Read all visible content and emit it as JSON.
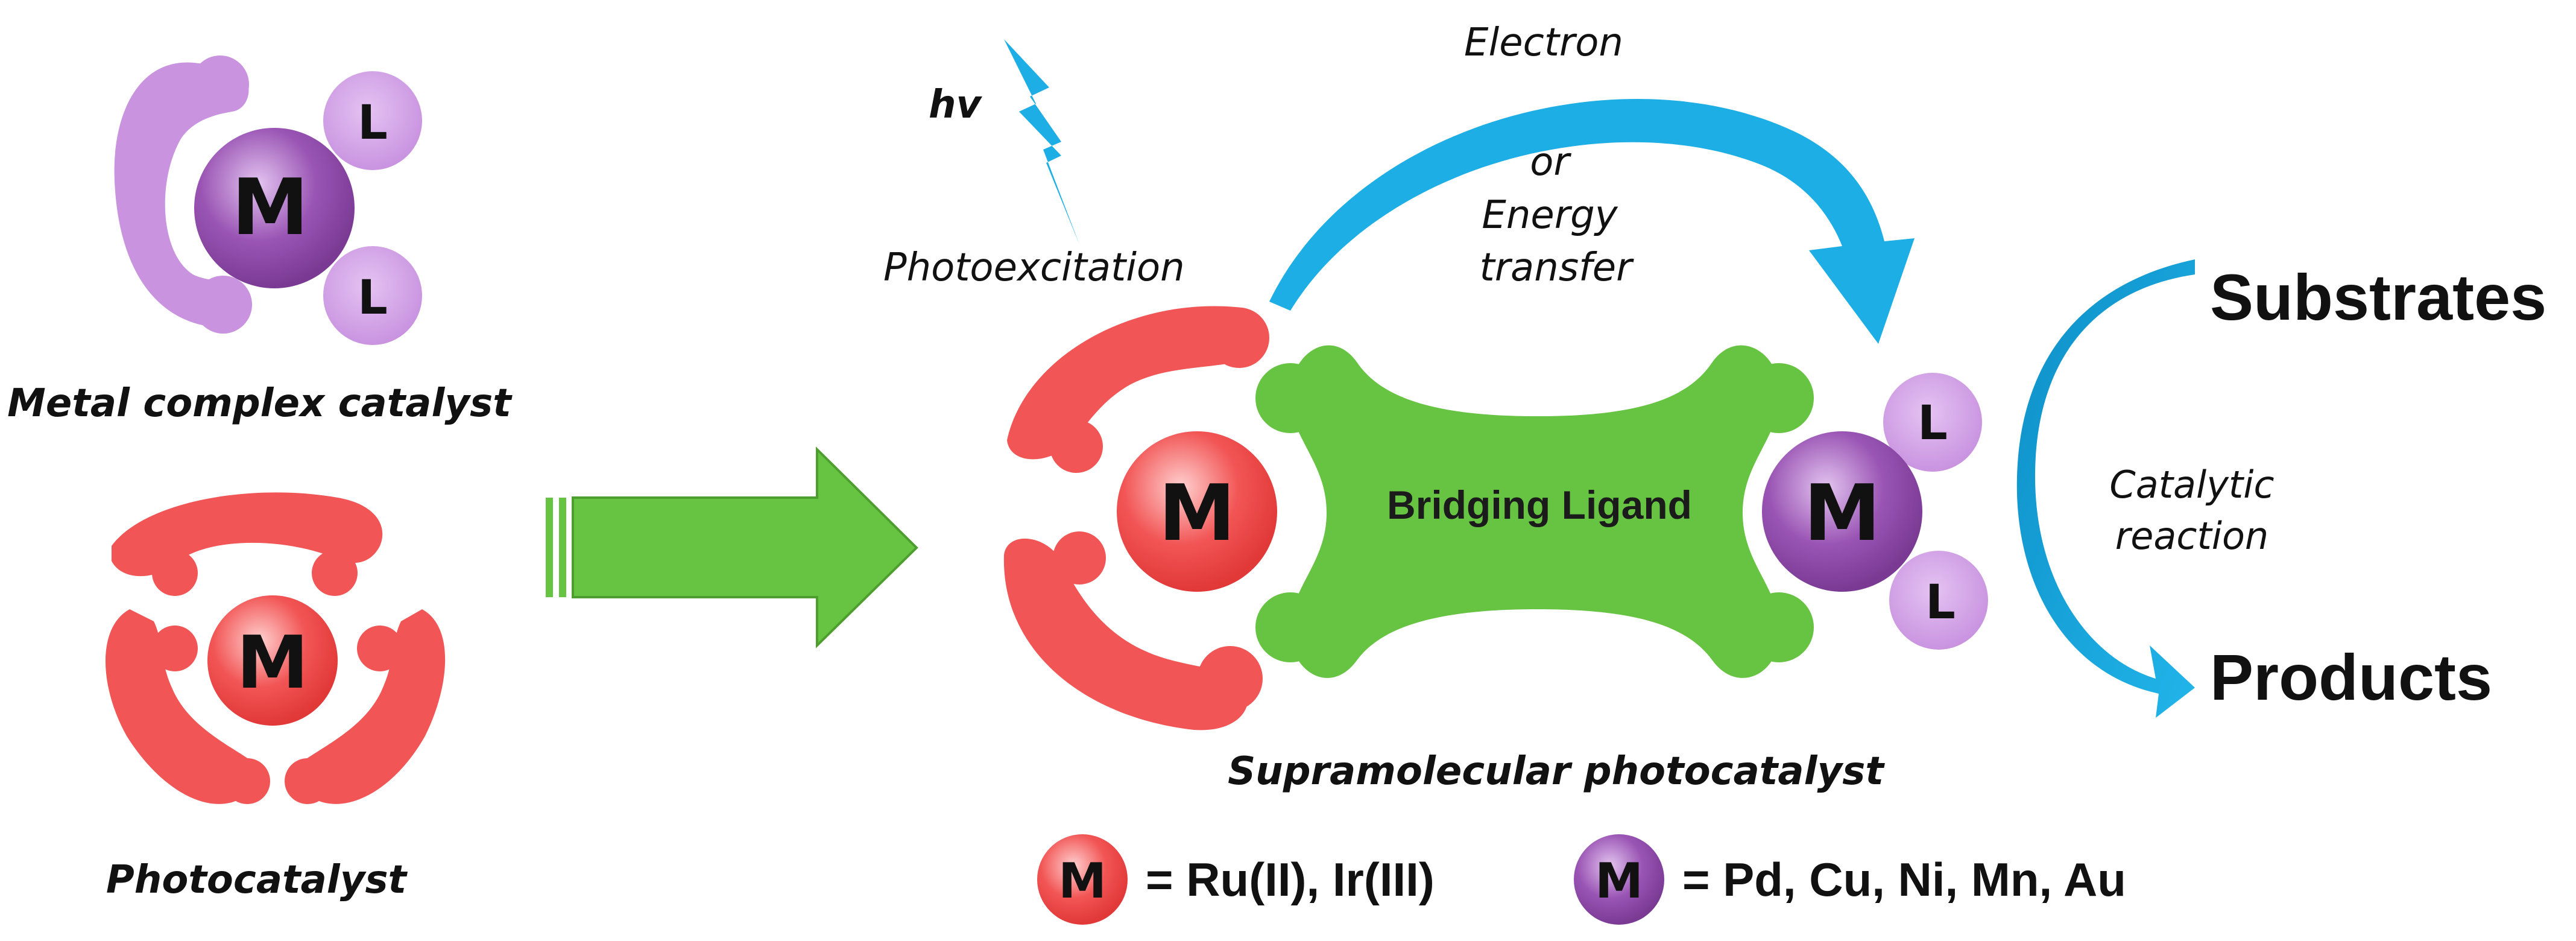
{
  "labels": {
    "metal_complex_catalyst": "Metal complex catalyst",
    "photocatalyst": "Photocatalyst",
    "supramolecular_photocatalyst": "Supramolecular photocatalyst",
    "bridging_ligand": "Bridging Ligand",
    "hv": "hv",
    "photoexcitation": "Photoexcitation",
    "electron": "Electron",
    "or": "or",
    "energy": "Energy",
    "transfer": "transfer",
    "substrates": "Substrates",
    "products": "Products",
    "catalytic": "Catalytic",
    "reaction": "reaction"
  },
  "symbols": {
    "metal": "M",
    "ligand": "L"
  },
  "legend": {
    "red_metals": "= Ru(II), Ir(III)",
    "purple_metals": "= Pd, Cu, Ni, Mn, Au"
  },
  "colors": {
    "red": "#f25555",
    "purple_light": "#c993e0",
    "purple_metal": "#8e4aa8",
    "green": "#67c442",
    "blue": "#1eaee6"
  }
}
